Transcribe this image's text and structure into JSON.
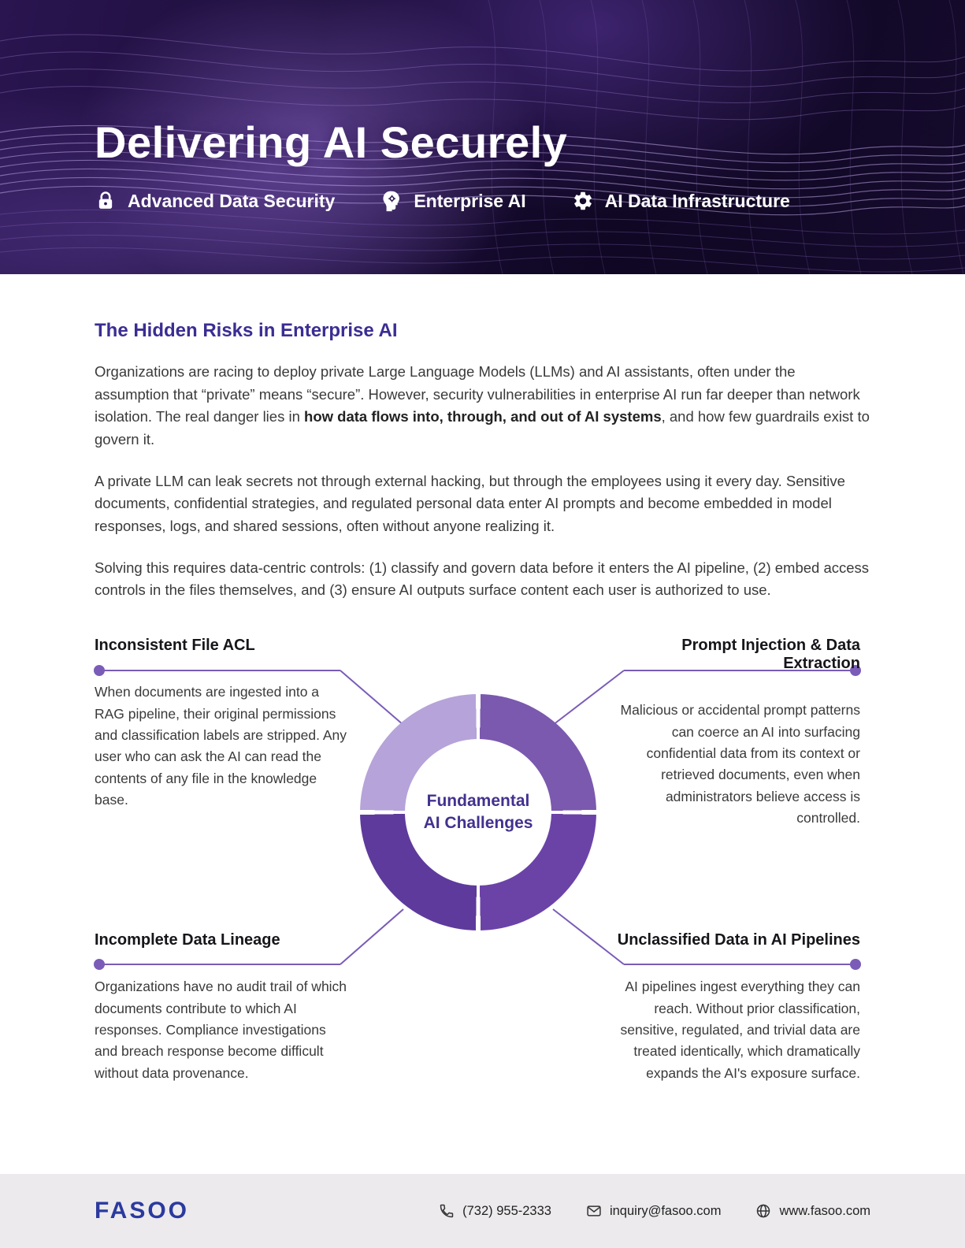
{
  "colors": {
    "accent-heading": "#3A2D93",
    "donut-nw": "#B5A3D9",
    "donut-ne": "#7B59AE",
    "donut-se": "#6B43A7",
    "donut-sw": "#5E3A9C",
    "donut-center-text": "#43318F",
    "connector": "#7A5CB8",
    "brand-blue": "#2B3A9E",
    "footer-bg": "#ECEAED"
  },
  "hero": {
    "title": "Delivering AI Securely",
    "badges": [
      {
        "icon": "lock-icon",
        "label": "Advanced Data Security"
      },
      {
        "icon": "ai-head-icon",
        "label": "Enterprise AI"
      },
      {
        "icon": "gear-icon",
        "label": "AI Data Infrastructure"
      }
    ]
  },
  "article": {
    "heading": "The Hidden Risks in Enterprise AI",
    "para1_pre": "Organizations are racing to deploy private Large Language Models (LLMs) and AI assistants, often under the assumption that “private” means “secure”. However, security vulnerabilities in enterprise AI run far deeper than network isolation. The real danger lies in ",
    "para1_bold": "how data flows into, through, and out of AI systems",
    "para1_post": ", and how few guardrails exist to govern it.",
    "para2": "A private LLM can leak secrets not through external hacking, but through the employees using it every day. Sensitive documents, confidential strategies, and regulated personal data enter AI prompts and become embedded in model responses, logs, and shared sessions, often without anyone realizing it.",
    "para3": "Solving this requires data-centric controls: (1) classify and govern data before it enters the AI pipeline, (2) embed access controls in the files themselves, and (3) ensure AI outputs surface content each user is authorized to use."
  },
  "diagram": {
    "center_line1": "Fundamental",
    "center_line2": "AI Challenges",
    "callouts": [
      {
        "title": "Inconsistent File ACL",
        "body": "When documents are ingested into a RAG pipeline, their original permissions and classification labels are stripped. Any user who can ask the AI can read the contents of any file in the knowledge base."
      },
      {
        "title": "Prompt Injection & Data Extraction",
        "body": "Malicious or accidental prompt patterns can coerce an AI into surfacing confidential data from its context or retrieved documents, even when administrators believe access is controlled."
      },
      {
        "title": "Incomplete Data Lineage",
        "body": "Organizations have no audit trail of which documents contribute to which AI responses. Compliance investigations and breach response become difficult without data provenance."
      },
      {
        "title": "Unclassified Data in AI Pipelines",
        "body": "AI pipelines ingest everything they can reach. Without prior classification, sensitive, regulated, and trivial data are treated identically, which dramatically expands the AI's exposure surface."
      }
    ]
  },
  "footer": {
    "logo": "FASOO",
    "contacts": [
      {
        "icon": "phone-icon",
        "label": "(732) 955-2333"
      },
      {
        "icon": "email-icon",
        "label": "inquiry@fasoo.com"
      },
      {
        "icon": "globe-icon",
        "label": "www.fasoo.com"
      }
    ]
  }
}
